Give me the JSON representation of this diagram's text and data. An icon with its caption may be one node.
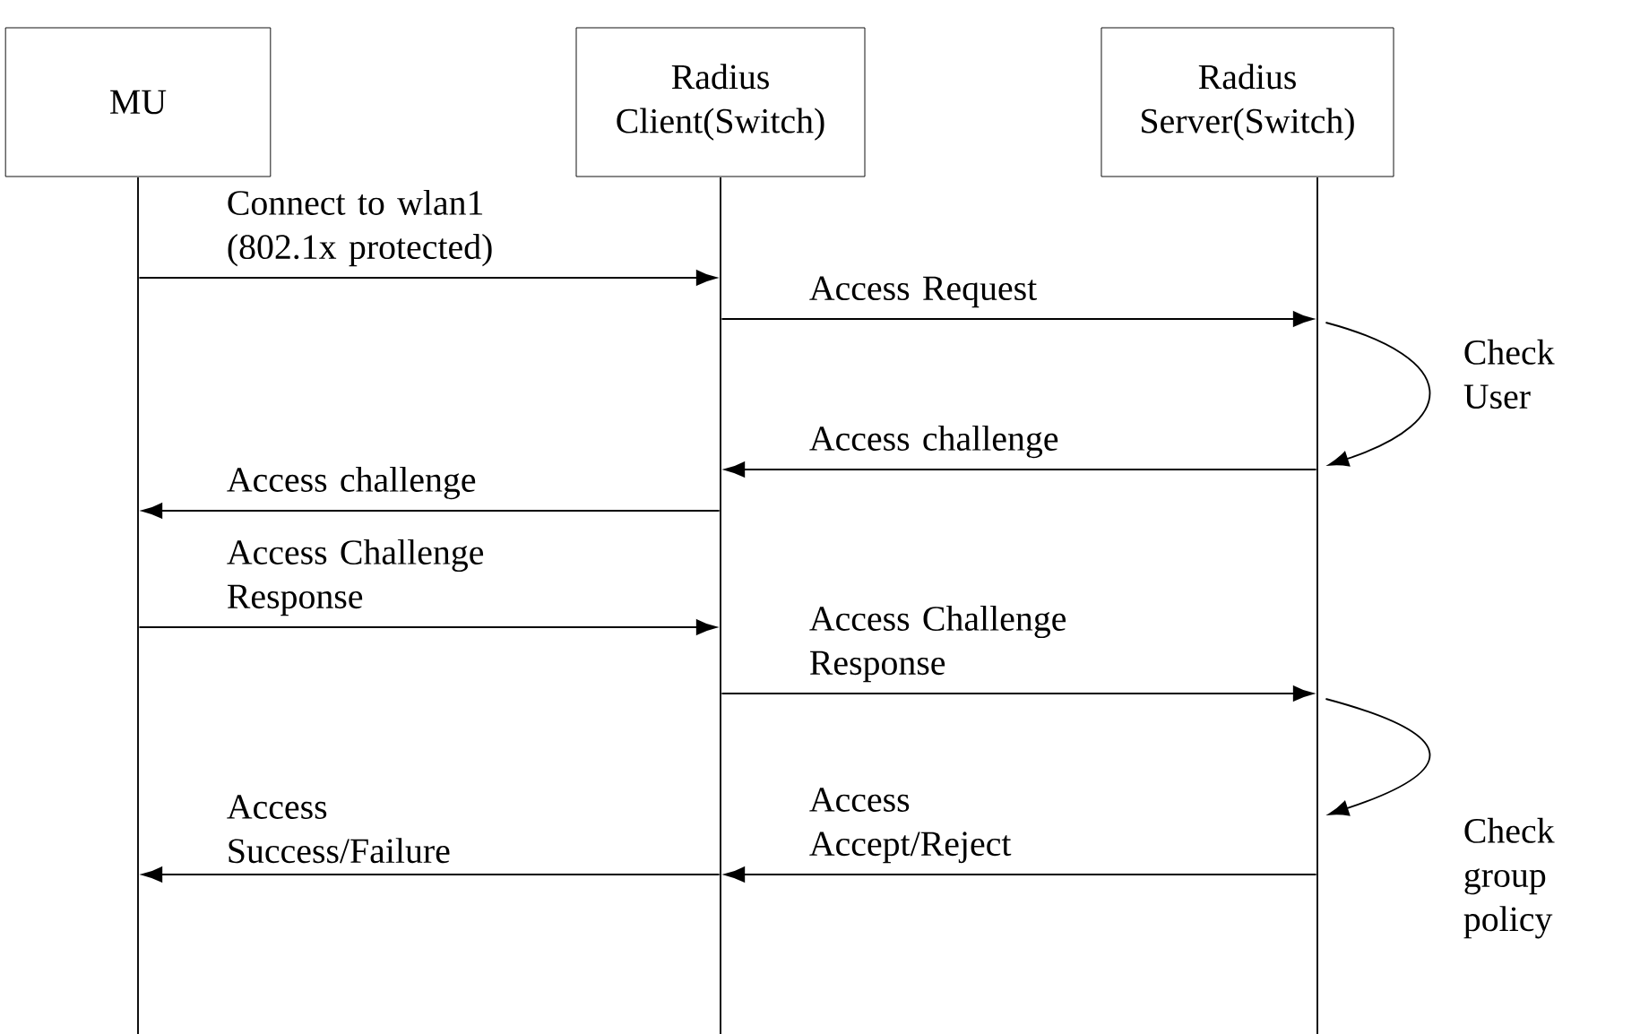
{
  "diagram": {
    "nodes": [
      {
        "text": [
          "MU"
        ]
      },
      {
        "text": [
          "Radius Client(Switch)"
        ]
      },
      {
        "text": [
          "Radius Server(Switch)"
        ]
      },
      {
        "text": [],
        "shape": "line"
      },
      {
        "text": [],
        "shape": "line"
      },
      {
        "text": [],
        "shape": "line"
      }
    ],
    "edges": [
      {
        "from": 3,
        "to": 4,
        "arrow": "to",
        "label": "Connect to wlan1 (802.1x protected)"
      },
      {
        "from": 4,
        "to": 5,
        "arrow": "to",
        "label": "Access Request"
      },
      {
        "from": 5,
        "to": 5,
        "arrow": "to",
        "label": "Check User"
      },
      {
        "from": 5,
        "to": 4,
        "arrow": "to",
        "label": "Access challenge"
      },
      {
        "from": 4,
        "to": 3,
        "arrow": "to",
        "label": "Access challenge"
      },
      {
        "from": 3,
        "to": 4,
        "arrow": "to",
        "label": "Access Challenge Response"
      },
      {
        "from": 4,
        "to": 5,
        "arrow": "to",
        "label": "Access Challenge Response"
      },
      {
        "from": 5,
        "to": 5,
        "arrow": "to",
        "label": "Check group policy"
      },
      {
        "from": 5,
        "to": 4,
        "arrow": "to",
        "label": "Access Accept/Reject"
      },
      {
        "from": 4,
        "to": 3,
        "arrow": "to",
        "label": "Access Success/Failure"
      }
    ]
  }
}
